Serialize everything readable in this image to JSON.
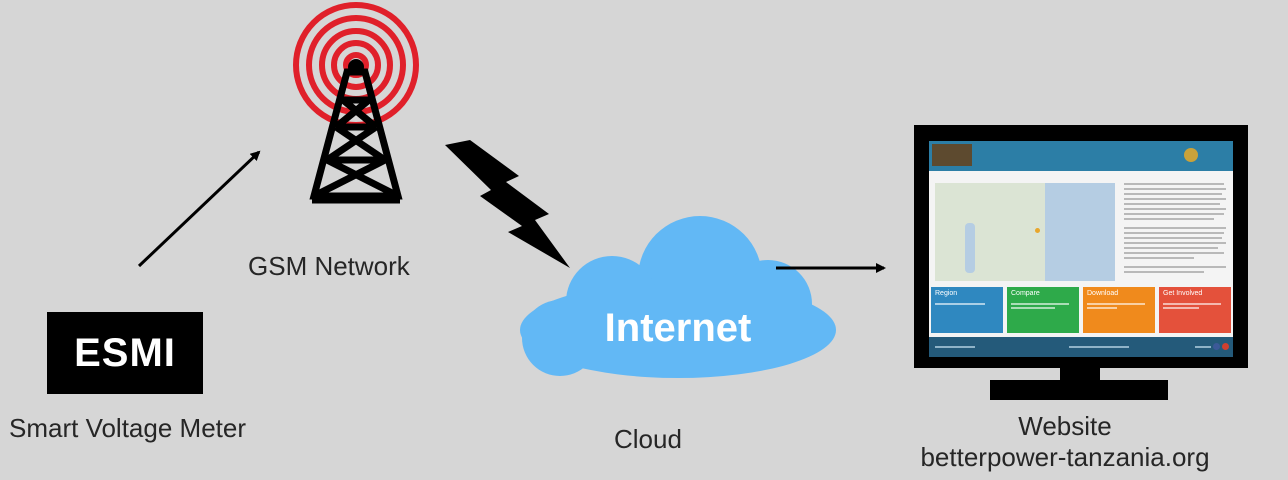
{
  "nodes": {
    "meter": {
      "box_text": "ESMI",
      "label": "Smart Voltage Meter"
    },
    "gsm": {
      "label": "GSM Network"
    },
    "cloud": {
      "inner_text": "Internet",
      "label": "Cloud"
    },
    "website": {
      "label_line1": "Website",
      "label_line2": "betterpower-tanzania.org"
    }
  },
  "website_mockup": {
    "cards": [
      {
        "title": "Region",
        "color": "#2f88c0"
      },
      {
        "title": "Compare",
        "color": "#2eaa4a"
      },
      {
        "title": "Download",
        "color": "#f08a1c"
      },
      {
        "title": "Get Involved",
        "color": "#e4513b"
      }
    ],
    "header_color": "#2c7ea6"
  },
  "colors": {
    "background": "#d6d6d6",
    "signal_rings": "#e0202a",
    "cloud": "#62b8f5",
    "arrows": "#000000",
    "lightning": "#000000",
    "monitor": "#000000"
  }
}
